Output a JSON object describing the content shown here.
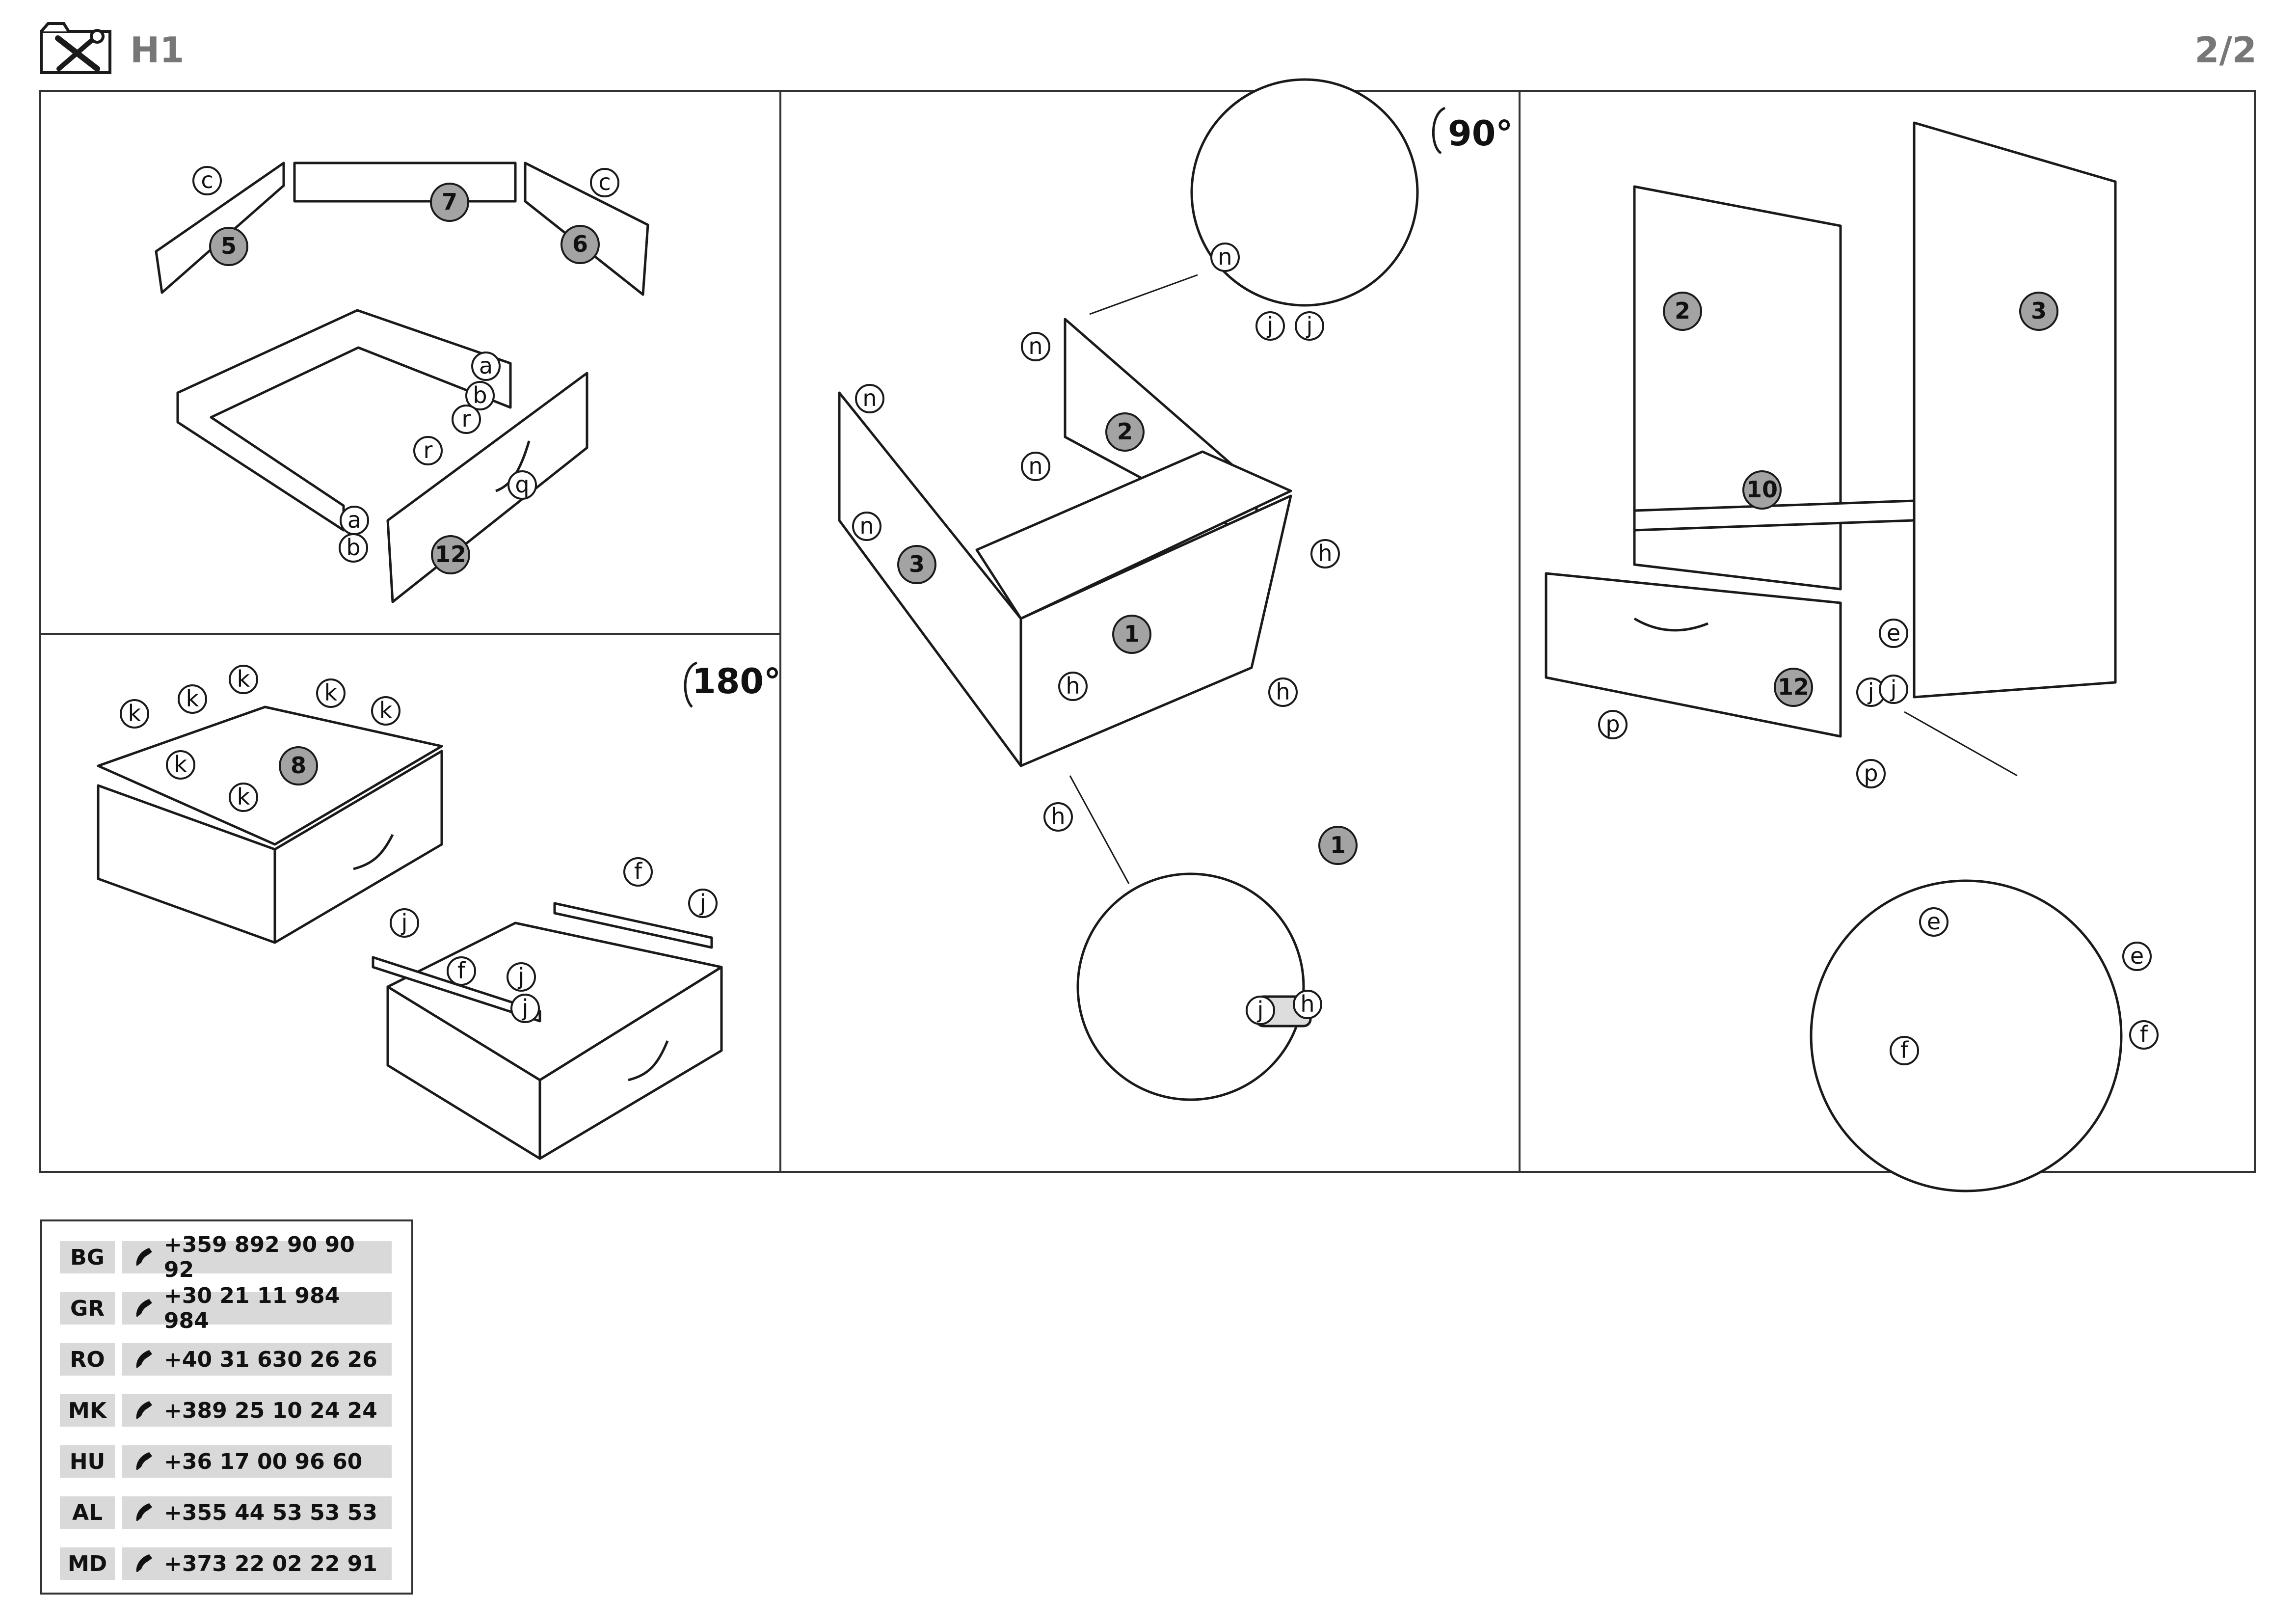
{
  "header": {
    "tool_icon": "tools-icon",
    "model_code": "H1",
    "page_number": "2/2"
  },
  "panel_tl": {
    "callouts": [
      "c",
      "7",
      "c",
      "5",
      "6",
      "a",
      "b",
      "r",
      "r",
      "q",
      "a",
      "b",
      "12"
    ]
  },
  "panel_bl": {
    "rotation": "180°",
    "callouts": [
      "k",
      "k",
      "k",
      "k",
      "k",
      "k",
      "k",
      "8",
      "j",
      "f",
      "j",
      "j",
      "f",
      "j"
    ]
  },
  "panel_mid": {
    "rotation": "90°",
    "callouts": [
      "n",
      "j",
      "j",
      "n",
      "n",
      "2",
      "n",
      "n",
      "3",
      "1",
      "h",
      "h",
      "h",
      "h",
      "1",
      "j",
      "h"
    ]
  },
  "panel_right": {
    "callouts": [
      "2",
      "3",
      "10",
      "e",
      "12",
      "j",
      "j",
      "p",
      "p",
      "e",
      "e",
      "f",
      "f"
    ]
  },
  "contacts": {
    "icon": "phone-icon",
    "rows": [
      {
        "code": "BG",
        "phone": "+359 892 90 90 92"
      },
      {
        "code": "GR",
        "phone": "+30 21 11 984 984"
      },
      {
        "code": "RO",
        "phone": "+40 31 630 26 26"
      },
      {
        "code": "MK",
        "phone": "+389 25 10 24 24"
      },
      {
        "code": "HU",
        "phone": "+36 17 00 96 60"
      },
      {
        "code": "AL",
        "phone": "+355 44 53 53 53"
      },
      {
        "code": "MD",
        "phone": "+373 22 02 22 91"
      }
    ]
  }
}
